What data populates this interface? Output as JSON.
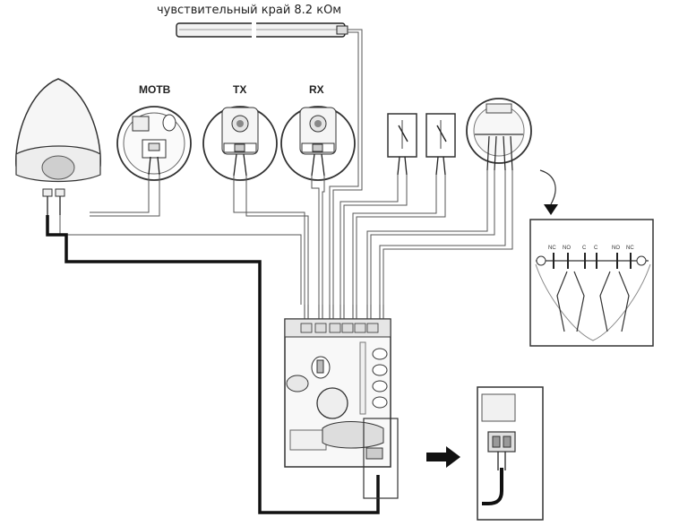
{
  "diagram": {
    "title": "чувствительный край 8.2 кОм",
    "devices": {
      "motb": "MOTB",
      "tx": "TX",
      "rx": "RX"
    },
    "selector_contacts": [
      "NC",
      "NO",
      "C",
      "C",
      "NO",
      "NC"
    ]
  }
}
